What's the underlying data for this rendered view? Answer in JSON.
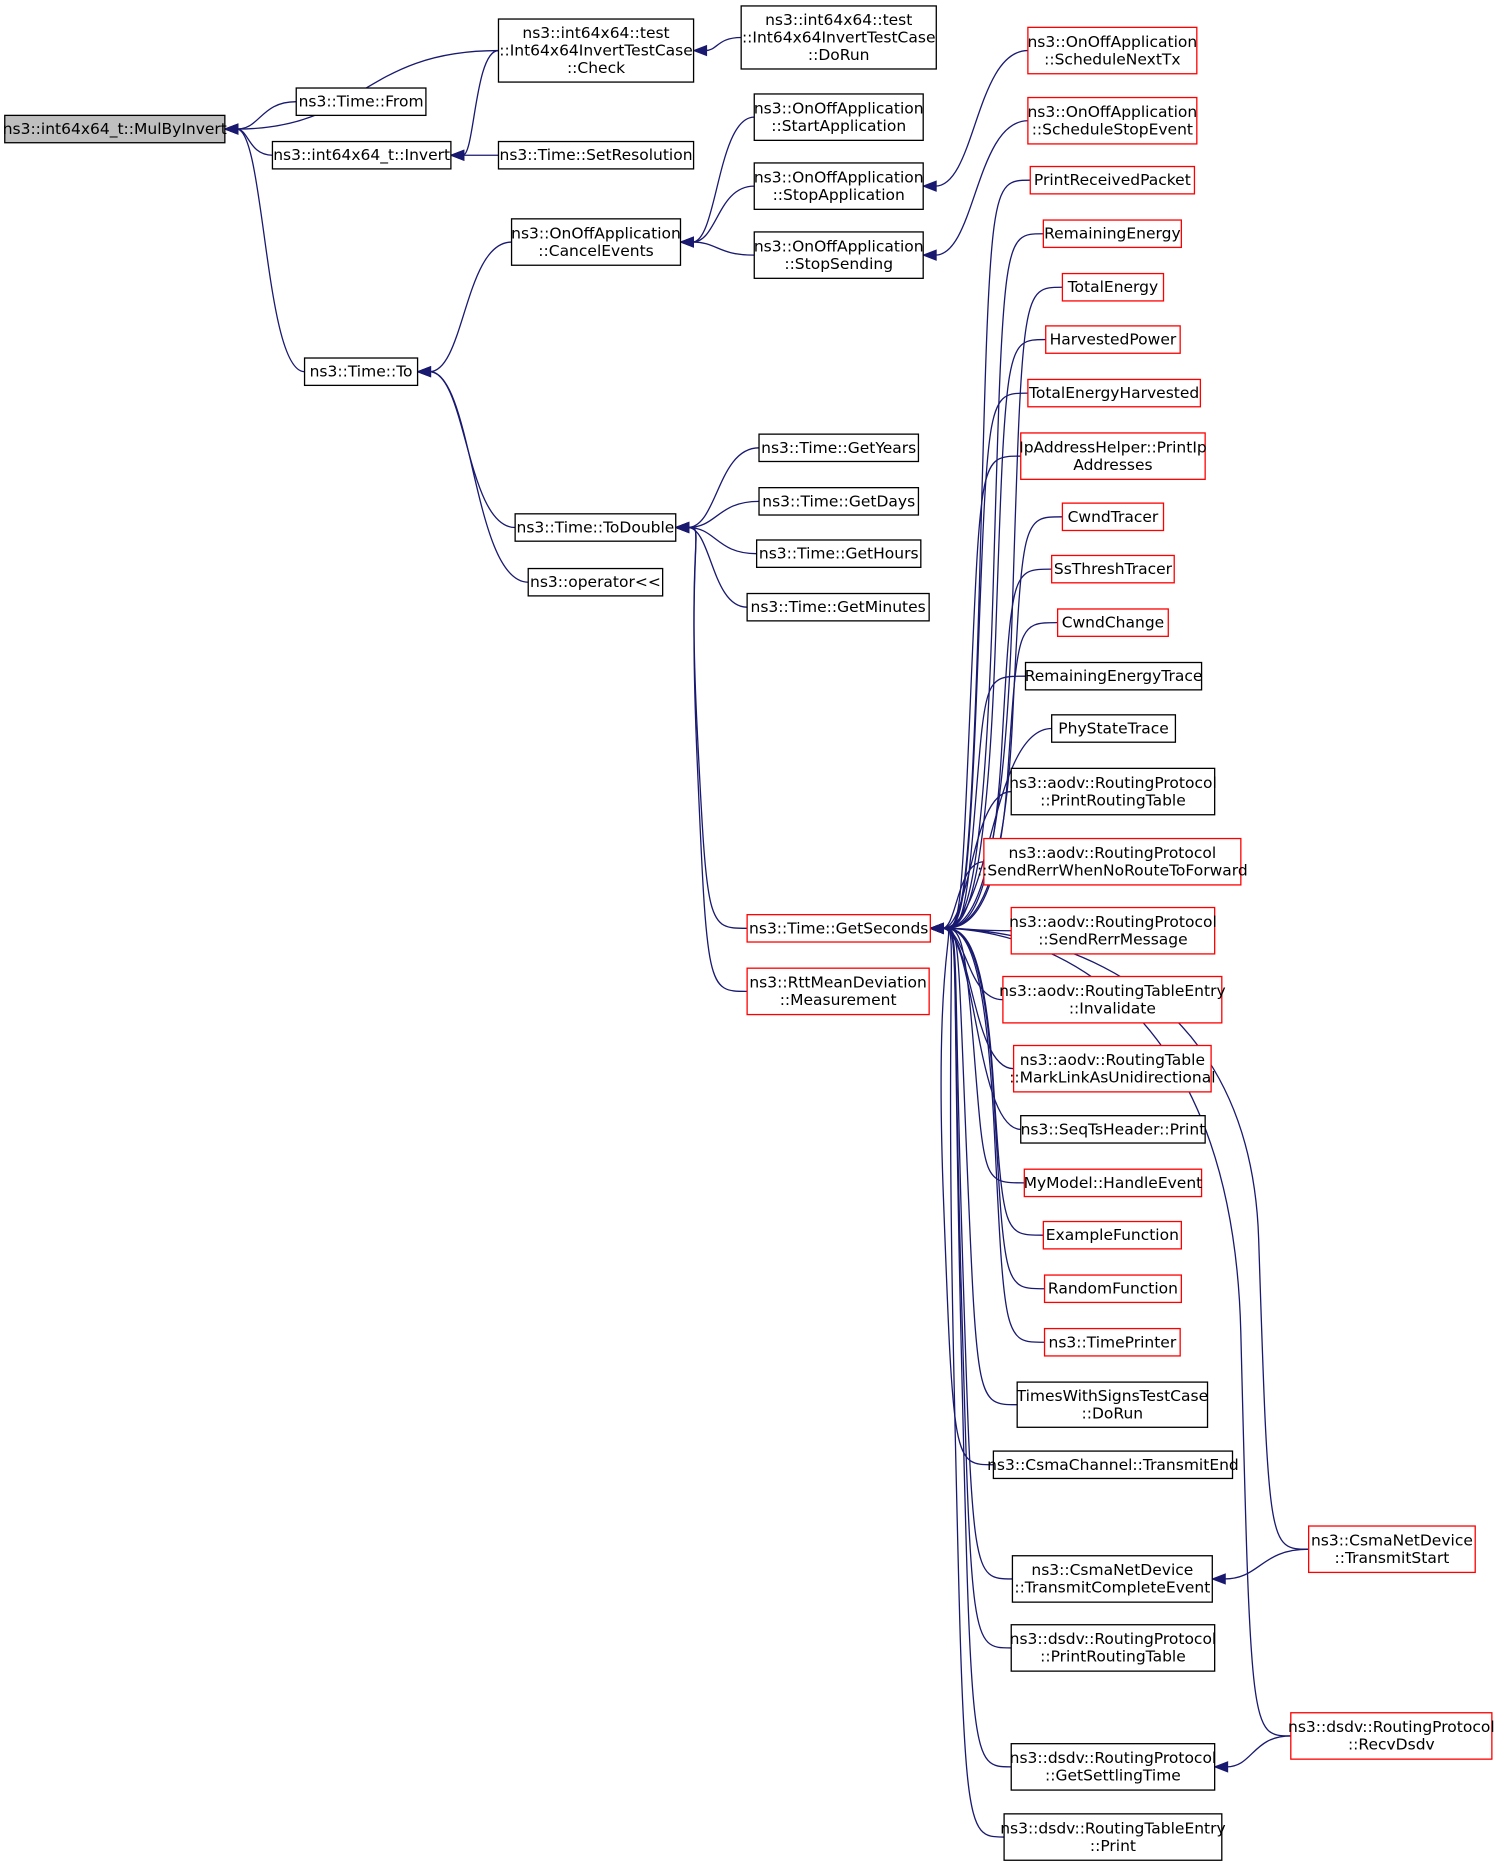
{
  "colors": {
    "edge": "#191970",
    "node_border_default": "#000000",
    "node_border_truncated": "#ff0000",
    "node_fill_root": "#bfbfbf",
    "node_fill": "#ffffff"
  },
  "nodes": [
    {
      "id": "MulByInvert",
      "lines": [
        "ns3::int64x64_t::MulByInvert"
      ],
      "style": "root"
    },
    {
      "id": "TestCheck",
      "lines": [
        "ns3::int64x64::test",
        "::Int64x64InvertTestCase",
        "::Check"
      ],
      "style": "normal"
    },
    {
      "id": "TestDoRun",
      "lines": [
        "ns3::int64x64::test",
        "::Int64x64InvertTestCase",
        "::DoRun"
      ],
      "style": "normal"
    },
    {
      "id": "TimeFrom",
      "lines": [
        "ns3::Time::From"
      ],
      "style": "normal"
    },
    {
      "id": "Invert",
      "lines": [
        "ns3::int64x64_t::Invert"
      ],
      "style": "normal"
    },
    {
      "id": "SetResolution",
      "lines": [
        "ns3::Time::SetResolution"
      ],
      "style": "normal"
    },
    {
      "id": "TimeTo",
      "lines": [
        "ns3::Time::To"
      ],
      "style": "normal"
    },
    {
      "id": "CancelEvents",
      "lines": [
        "ns3::OnOffApplication",
        "::CancelEvents"
      ],
      "style": "normal"
    },
    {
      "id": "StartApplication",
      "lines": [
        "ns3::OnOffApplication",
        "::StartApplication"
      ],
      "style": "normal"
    },
    {
      "id": "StopApplication",
      "lines": [
        "ns3::OnOffApplication",
        "::StopApplication"
      ],
      "style": "normal"
    },
    {
      "id": "StopSending",
      "lines": [
        "ns3::OnOffApplication",
        "::StopSending"
      ],
      "style": "normal"
    },
    {
      "id": "ScheduleNextTx",
      "lines": [
        "ns3::OnOffApplication",
        "::ScheduleNextTx"
      ],
      "style": "truncated"
    },
    {
      "id": "ScheduleStopEvent",
      "lines": [
        "ns3::OnOffApplication",
        "::ScheduleStopEvent"
      ],
      "style": "truncated"
    },
    {
      "id": "ToDouble",
      "lines": [
        "ns3::Time::ToDouble"
      ],
      "style": "normal"
    },
    {
      "id": "OperatorShift",
      "lines": [
        "ns3::operator<<"
      ],
      "style": "normal"
    },
    {
      "id": "GetYears",
      "lines": [
        "ns3::Time::GetYears"
      ],
      "style": "normal"
    },
    {
      "id": "GetDays",
      "lines": [
        "ns3::Time::GetDays"
      ],
      "style": "normal"
    },
    {
      "id": "GetHours",
      "lines": [
        "ns3::Time::GetHours"
      ],
      "style": "normal"
    },
    {
      "id": "GetMinutes",
      "lines": [
        "ns3::Time::GetMinutes"
      ],
      "style": "normal"
    },
    {
      "id": "GetSeconds",
      "lines": [
        "ns3::Time::GetSeconds"
      ],
      "style": "truncated"
    },
    {
      "id": "RttMeasurement",
      "lines": [
        "ns3::RttMeanDeviation",
        "::Measurement"
      ],
      "style": "truncated"
    },
    {
      "id": "PrintReceivedPacket",
      "lines": [
        "PrintReceivedPacket"
      ],
      "style": "truncated"
    },
    {
      "id": "RemainingEnergy",
      "lines": [
        "RemainingEnergy"
      ],
      "style": "truncated"
    },
    {
      "id": "TotalEnergy",
      "lines": [
        "TotalEnergy"
      ],
      "style": "truncated"
    },
    {
      "id": "HarvestedPower",
      "lines": [
        "HarvestedPower"
      ],
      "style": "truncated"
    },
    {
      "id": "TotalEnergyHarvested",
      "lines": [
        "TotalEnergyHarvested"
      ],
      "style": "truncated"
    },
    {
      "id": "PrintIpAddresses",
      "lines": [
        "IpAddressHelper::PrintIp",
        "Addresses"
      ],
      "style": "truncated"
    },
    {
      "id": "CwndTracer",
      "lines": [
        "CwndTracer"
      ],
      "style": "truncated"
    },
    {
      "id": "SsThreshTracer",
      "lines": [
        "SsThreshTracer"
      ],
      "style": "truncated"
    },
    {
      "id": "CwndChange",
      "lines": [
        "CwndChange"
      ],
      "style": "truncated"
    },
    {
      "id": "RemainingEnergyTrace",
      "lines": [
        "RemainingEnergyTrace"
      ],
      "style": "normal"
    },
    {
      "id": "PhyStateTrace",
      "lines": [
        "PhyStateTrace"
      ],
      "style": "normal"
    },
    {
      "id": "AodvPrintRoutingTable",
      "lines": [
        "ns3::aodv::RoutingProtocol",
        "::PrintRoutingTable"
      ],
      "style": "normal"
    },
    {
      "id": "AodvSendRerrWhenNoRoute",
      "lines": [
        "ns3::aodv::RoutingProtocol",
        "::SendRerrWhenNoRouteToForward"
      ],
      "style": "truncated"
    },
    {
      "id": "AodvSendRerrMessage",
      "lines": [
        "ns3::aodv::RoutingProtocol",
        "::SendRerrMessage"
      ],
      "style": "truncated"
    },
    {
      "id": "AodvInvalidate",
      "lines": [
        "ns3::aodv::RoutingTableEntry",
        "::Invalidate"
      ],
      "style": "truncated"
    },
    {
      "id": "AodvMarkLink",
      "lines": [
        "ns3::aodv::RoutingTable",
        "::MarkLinkAsUnidirectional"
      ],
      "style": "truncated"
    },
    {
      "id": "SeqTsPrint",
      "lines": [
        "ns3::SeqTsHeader::Print"
      ],
      "style": "normal"
    },
    {
      "id": "MyModelHandleEvent",
      "lines": [
        "MyModel::HandleEvent"
      ],
      "style": "truncated"
    },
    {
      "id": "ExampleFunction",
      "lines": [
        "ExampleFunction"
      ],
      "style": "truncated"
    },
    {
      "id": "RandomFunction",
      "lines": [
        "RandomFunction"
      ],
      "style": "truncated"
    },
    {
      "id": "TimePrinter",
      "lines": [
        "ns3::TimePrinter"
      ],
      "style": "truncated"
    },
    {
      "id": "TimesWithSigns",
      "lines": [
        "TimesWithSignsTestCase",
        "::DoRun"
      ],
      "style": "normal"
    },
    {
      "id": "CsmaTransmitEnd",
      "lines": [
        "ns3::CsmaChannel::TransmitEnd"
      ],
      "style": "normal"
    },
    {
      "id": "CsmaTransmitStart",
      "lines": [
        "ns3::CsmaNetDevice",
        "::TransmitStart"
      ],
      "style": "truncated"
    },
    {
      "id": "CsmaTransmitComplete",
      "lines": [
        "ns3::CsmaNetDevice",
        "::TransmitCompleteEvent"
      ],
      "style": "normal"
    },
    {
      "id": "DsdvPrintRoutingTable",
      "lines": [
        "ns3::dsdv::RoutingProtocol",
        "::PrintRoutingTable"
      ],
      "style": "normal"
    },
    {
      "id": "DsdvRecvDsdv",
      "lines": [
        "ns3::dsdv::RoutingProtocol",
        "::RecvDsdv"
      ],
      "style": "truncated"
    },
    {
      "id": "DsdvGetSettlingTime",
      "lines": [
        "ns3::dsdv::RoutingProtocol",
        "::GetSettlingTime"
      ],
      "style": "normal"
    },
    {
      "id": "DsdvEntryPrint",
      "lines": [
        "ns3::dsdv::RoutingTableEntry",
        "::Print"
      ],
      "style": "normal"
    }
  ],
  "edges": [
    [
      "TestCheck",
      "MulByInvert"
    ],
    [
      "TimeFrom",
      "MulByInvert"
    ],
    [
      "Invert",
      "MulByInvert"
    ],
    [
      "TimeTo",
      "MulByInvert"
    ],
    [
      "TestDoRun",
      "TestCheck"
    ],
    [
      "TestCheck",
      "Invert"
    ],
    [
      "SetResolution",
      "Invert"
    ],
    [
      "CancelEvents",
      "TimeTo"
    ],
    [
      "ToDouble",
      "TimeTo"
    ],
    [
      "OperatorShift",
      "TimeTo"
    ],
    [
      "StartApplication",
      "CancelEvents"
    ],
    [
      "StopApplication",
      "CancelEvents"
    ],
    [
      "StopSending",
      "CancelEvents"
    ],
    [
      "ScheduleNextTx",
      "StopApplication"
    ],
    [
      "ScheduleStopEvent",
      "StopSending"
    ],
    [
      "GetYears",
      "ToDouble"
    ],
    [
      "GetDays",
      "ToDouble"
    ],
    [
      "GetHours",
      "ToDouble"
    ],
    [
      "GetMinutes",
      "ToDouble"
    ],
    [
      "GetSeconds",
      "ToDouble"
    ],
    [
      "RttMeasurement",
      "ToDouble"
    ],
    [
      "PrintReceivedPacket",
      "GetSeconds"
    ],
    [
      "RemainingEnergy",
      "GetSeconds"
    ],
    [
      "TotalEnergy",
      "GetSeconds"
    ],
    [
      "HarvestedPower",
      "GetSeconds"
    ],
    [
      "TotalEnergyHarvested",
      "GetSeconds"
    ],
    [
      "PrintIpAddresses",
      "GetSeconds"
    ],
    [
      "CwndTracer",
      "GetSeconds"
    ],
    [
      "SsThreshTracer",
      "GetSeconds"
    ],
    [
      "CwndChange",
      "GetSeconds"
    ],
    [
      "RemainingEnergyTrace",
      "GetSeconds"
    ],
    [
      "PhyStateTrace",
      "GetSeconds"
    ],
    [
      "AodvPrintRoutingTable",
      "GetSeconds"
    ],
    [
      "AodvSendRerrWhenNoRoute",
      "GetSeconds"
    ],
    [
      "AodvSendRerrMessage",
      "GetSeconds"
    ],
    [
      "AodvInvalidate",
      "GetSeconds"
    ],
    [
      "AodvMarkLink",
      "GetSeconds"
    ],
    [
      "SeqTsPrint",
      "GetSeconds"
    ],
    [
      "MyModelHandleEvent",
      "GetSeconds"
    ],
    [
      "ExampleFunction",
      "GetSeconds"
    ],
    [
      "RandomFunction",
      "GetSeconds"
    ],
    [
      "TimePrinter",
      "GetSeconds"
    ],
    [
      "TimesWithSigns",
      "GetSeconds"
    ],
    [
      "CsmaTransmitEnd",
      "GetSeconds"
    ],
    [
      "CsmaTransmitStart",
      "GetSeconds"
    ],
    [
      "CsmaTransmitComplete",
      "GetSeconds"
    ],
    [
      "CsmaTransmitStart",
      "CsmaTransmitComplete"
    ],
    [
      "DsdvPrintRoutingTable",
      "GetSeconds"
    ],
    [
      "DsdvRecvDsdv",
      "GetSeconds"
    ],
    [
      "DsdvGetSettlingTime",
      "GetSeconds"
    ],
    [
      "DsdvRecvDsdv",
      "DsdvGetSettlingTime"
    ],
    [
      "DsdvEntryPrint",
      "GetSeconds"
    ]
  ]
}
